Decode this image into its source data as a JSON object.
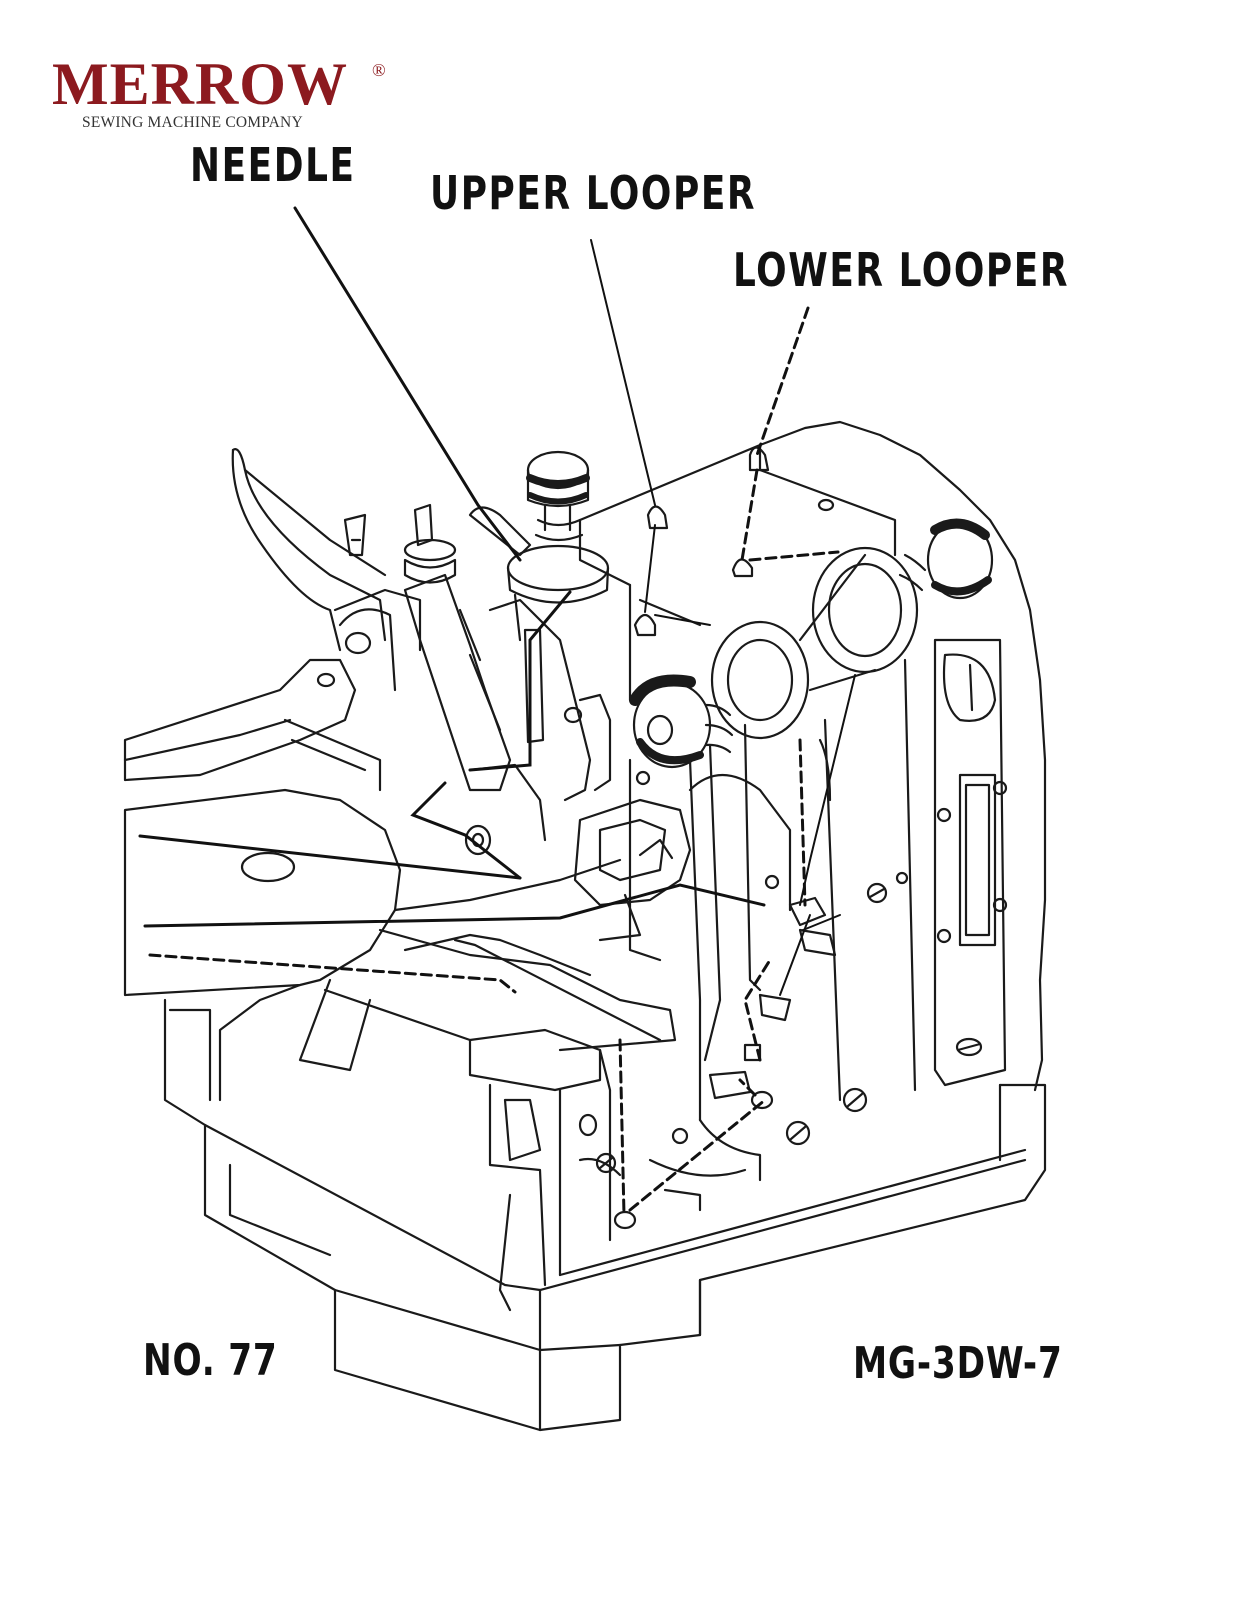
{
  "logo": {
    "brand": "MERROW",
    "registered_mark": "®",
    "subtitle": "SEWING MACHINE COMPANY",
    "color": "#8c1a1f"
  },
  "labels": {
    "needle": "NEEDLE",
    "upper_looper": "UPPER LOOPER",
    "lower_looper": "LOWER LOOPER"
  },
  "footer": {
    "number": "NO. 77",
    "model": "MG-3DW-7"
  },
  "diagram": {
    "subject": "overlock-threading",
    "threads": [
      {
        "name": "needle",
        "style": "solid"
      },
      {
        "name": "upper-looper",
        "style": "solid-thin"
      },
      {
        "name": "lower-looper",
        "style": "dashed"
      }
    ]
  }
}
